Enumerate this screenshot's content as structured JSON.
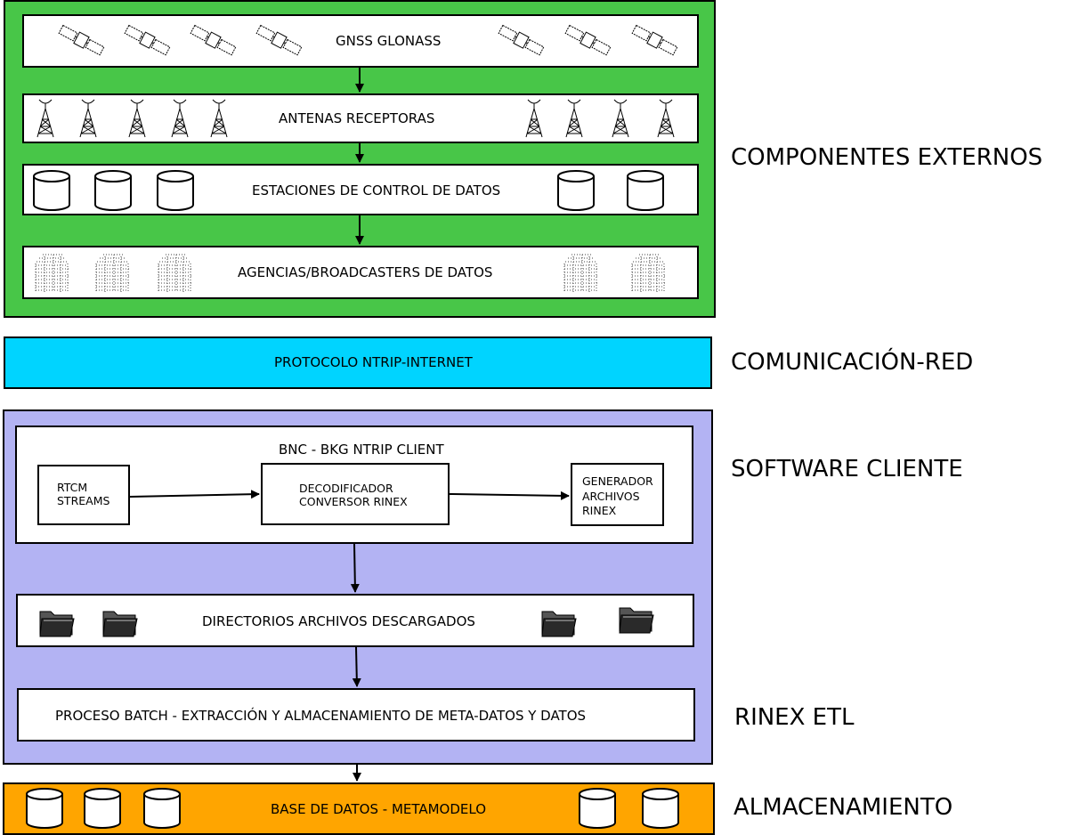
{
  "colors": {
    "external": "#48c648",
    "network": "#00d4ff",
    "software": "#b3b3f3",
    "storage": "#ffa500"
  },
  "external": {
    "gnss_label": "GNSS GLONASS",
    "gnss_icon": "satellite-icon",
    "antennas_label": "ANTENAS RECEPTORAS",
    "antenna_icon": "antenna-tower-icon",
    "stations_label": "ESTACIONES DE CONTROL DE DATOS",
    "stations_icon": "database-cylinder-icon",
    "agencies_label": "AGENCIAS/BROADCASTERS DE DATOS",
    "agencies_icon": "data-document-icon"
  },
  "network": {
    "protocol_label": "PROTOCOLO NTRIP-INTERNET"
  },
  "software": {
    "bnc_title": "BNC - BKG NTRIP CLIENT",
    "rtcm_line1": "RTCM",
    "rtcm_line2": "STREAMS",
    "decoder_line1": "DECODIFICADOR",
    "decoder_line2": "CONVERSOR RINEX",
    "generator_line1": "GENERADOR",
    "generator_line2": "ARCHIVOS",
    "generator_line3": "RINEX",
    "directories_label": "DIRECTORIOS ARCHIVOS DESCARGADOS",
    "folder_icon": "folder-icon",
    "batch_label": "PROCESO BATCH - EXTRACCIÓN Y ALMACENAMIENTO DE META-DATOS Y DATOS"
  },
  "storage": {
    "database_label": "BASE DE DATOS - METAMODELO"
  },
  "side_labels": {
    "external": "COMPONENTES EXTERNOS",
    "network": "COMUNICACIÓN-RED",
    "software": "SOFTWARE CLIENTE",
    "etl": "RINEX ETL",
    "storage": "ALMACENAMIENTO"
  }
}
